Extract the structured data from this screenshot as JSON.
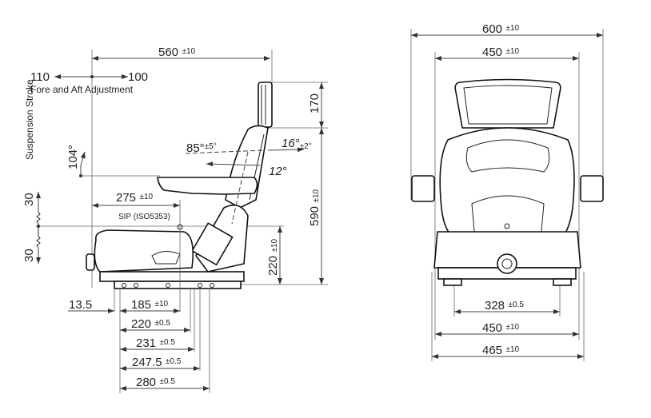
{
  "side_view": {
    "overall_length": {
      "value": "560",
      "tol": "±10"
    },
    "fore_aft": {
      "rear": "110",
      "front": "100",
      "label": "Fore and Aft Adjustment"
    },
    "suspension": {
      "label": "Suspension Stroke",
      "up": "30",
      "down": "30"
    },
    "armrest_angle": "104°",
    "headrest_height": "170",
    "backrest_height": {
      "value": "590",
      "tol": "±10"
    },
    "sip_height": {
      "value": "220",
      "tol": "±10"
    },
    "sip_distance": {
      "value": "275",
      "tol": "±10"
    },
    "sip_label": "SIP (ISO5353)",
    "backrest_angle": {
      "value": "85°",
      "tol": "±5°"
    },
    "recline_angle": {
      "value": "16°",
      "tol": "±2°"
    },
    "seat_angle": "12°",
    "bottom_dims": [
      {
        "value": "13.5",
        "tol": ""
      },
      {
        "value": "185",
        "tol": "±10"
      },
      {
        "value": "220",
        "tol": "±0.5"
      },
      {
        "value": "231",
        "tol": "±0.5"
      },
      {
        "value": "247.5",
        "tol": "±0.5"
      },
      {
        "value": "280",
        "tol": "±0.5"
      }
    ]
  },
  "front_view": {
    "overall_width": {
      "value": "600",
      "tol": "±10"
    },
    "backrest_width": {
      "value": "450",
      "tol": "±10"
    },
    "rail_spacing": {
      "value": "328",
      "tol": "±0.5"
    },
    "base_width": {
      "value": "450",
      "tol": "±10"
    },
    "outer_width": {
      "value": "465",
      "tol": "±10"
    }
  }
}
